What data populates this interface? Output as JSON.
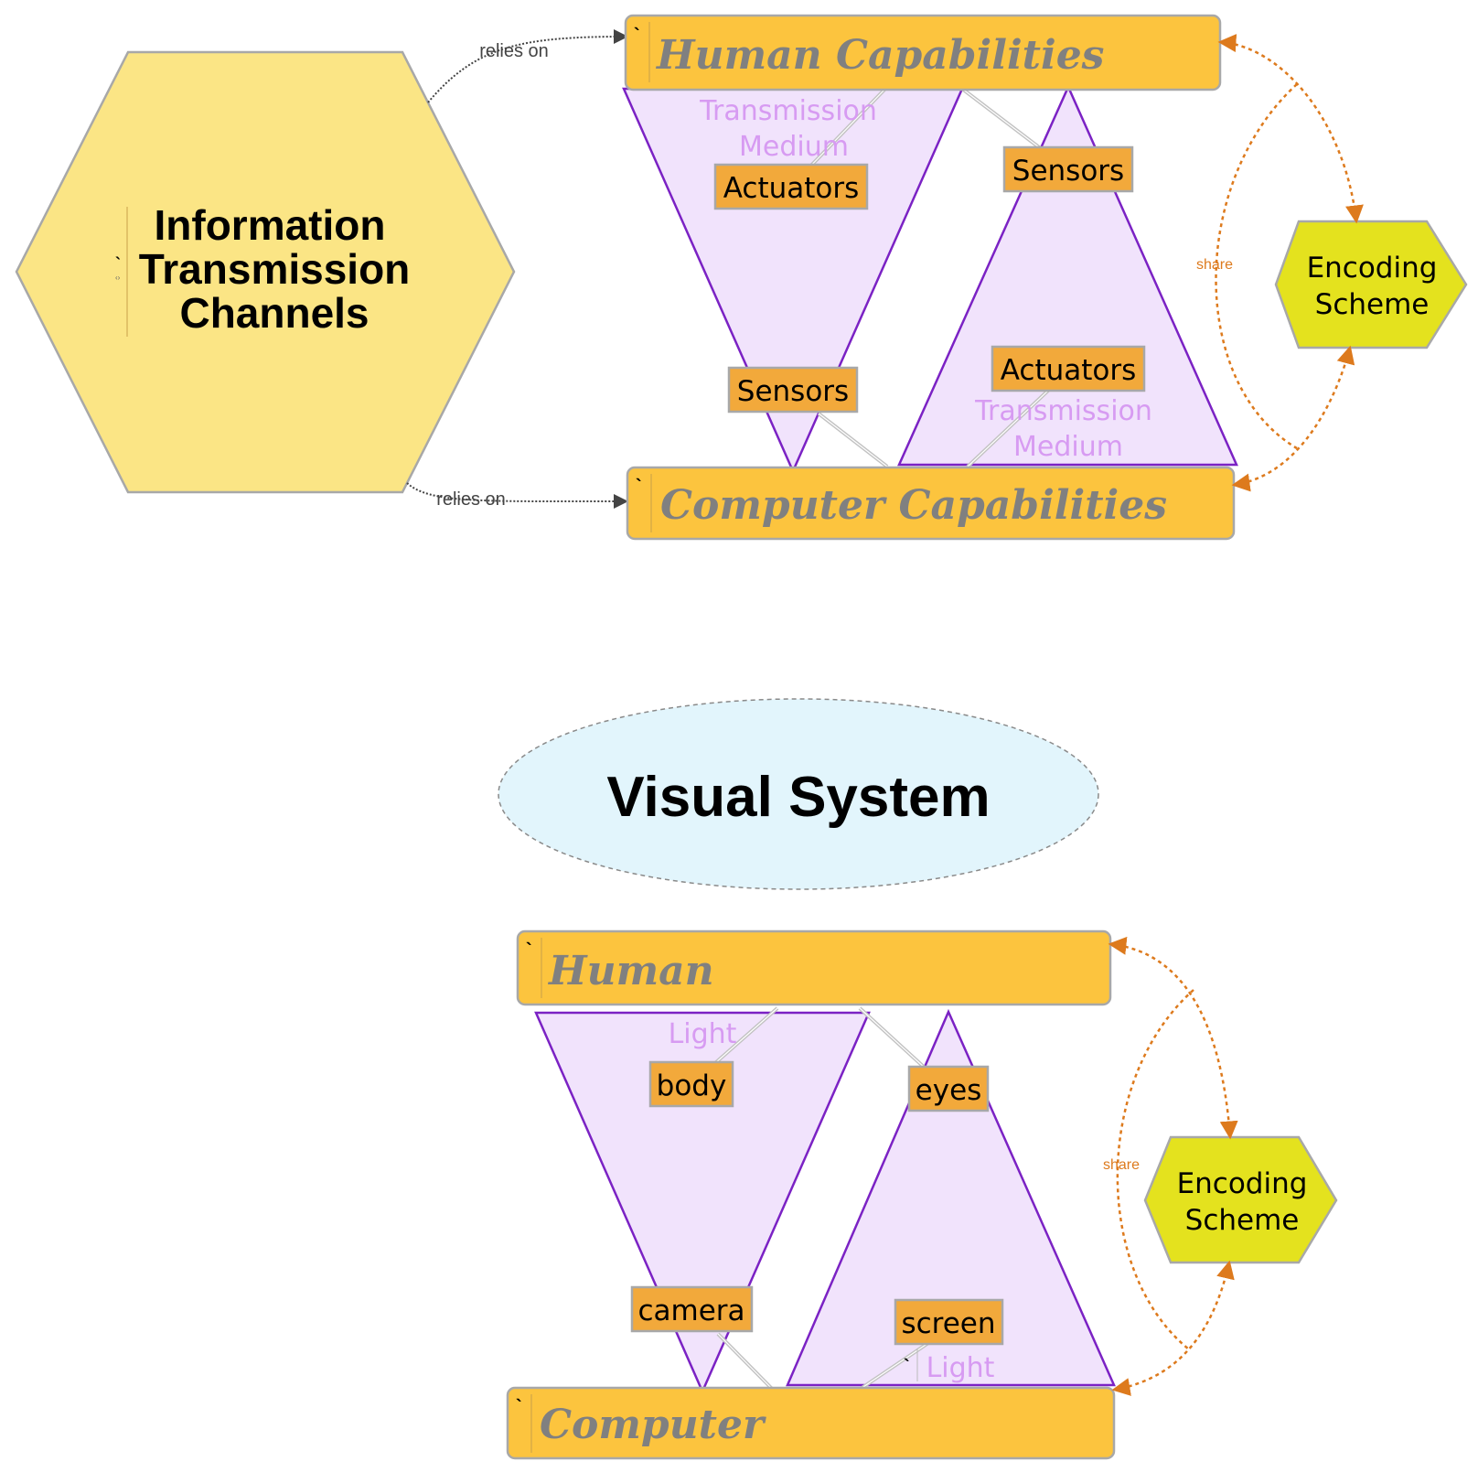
{
  "colors": {
    "bar_fill": "#fcc43e",
    "bar_stroke": "#a8a8a8",
    "box_fill": "#f2a93b",
    "triangle_fill": "#f1e3fc",
    "triangle_stroke": "#7b22c4",
    "medium_text": "#d79bf2",
    "hexagon_fill": "#fbe585",
    "encoding_fill": "#e4e21e",
    "ellipse_fill": "#e2f5fc",
    "share_color": "#dd7a1d",
    "relies_color": "#444444",
    "title_gray": "#808080"
  },
  "top": {
    "hexagon": {
      "lines": [
        "Information",
        "Transmission",
        "Channels"
      ],
      "marker": "`"
    },
    "human_bar": {
      "label": "Human Capabilities",
      "marker": "`"
    },
    "computer_bar": {
      "label": "Computer Capabilities",
      "marker": "`"
    },
    "left_triangle": {
      "medium": [
        "Transmission",
        "Medium"
      ],
      "top_box": "Actuators",
      "bottom_box": "Sensors"
    },
    "right_triangle": {
      "medium": [
        "Transmission",
        "Medium"
      ],
      "top_box": "Sensors",
      "bottom_box": "Actuators"
    },
    "encoding": {
      "lines": [
        "Encoding",
        "Scheme"
      ]
    },
    "share_label": "share",
    "relies_top": "relies on",
    "relies_bottom": "relies on"
  },
  "bottom": {
    "title": "Visual System",
    "human_bar": {
      "label": "Human",
      "marker": "`"
    },
    "computer_bar": {
      "label": "Computer",
      "marker": "`"
    },
    "left_triangle": {
      "medium": "Light",
      "top_box": "body",
      "bottom_box": "camera"
    },
    "right_triangle": {
      "medium": "Light",
      "top_box": "eyes",
      "bottom_box": "screen",
      "marker": "`"
    },
    "encoding": {
      "lines": [
        "Encoding",
        "Scheme"
      ]
    },
    "share_label": "share"
  }
}
